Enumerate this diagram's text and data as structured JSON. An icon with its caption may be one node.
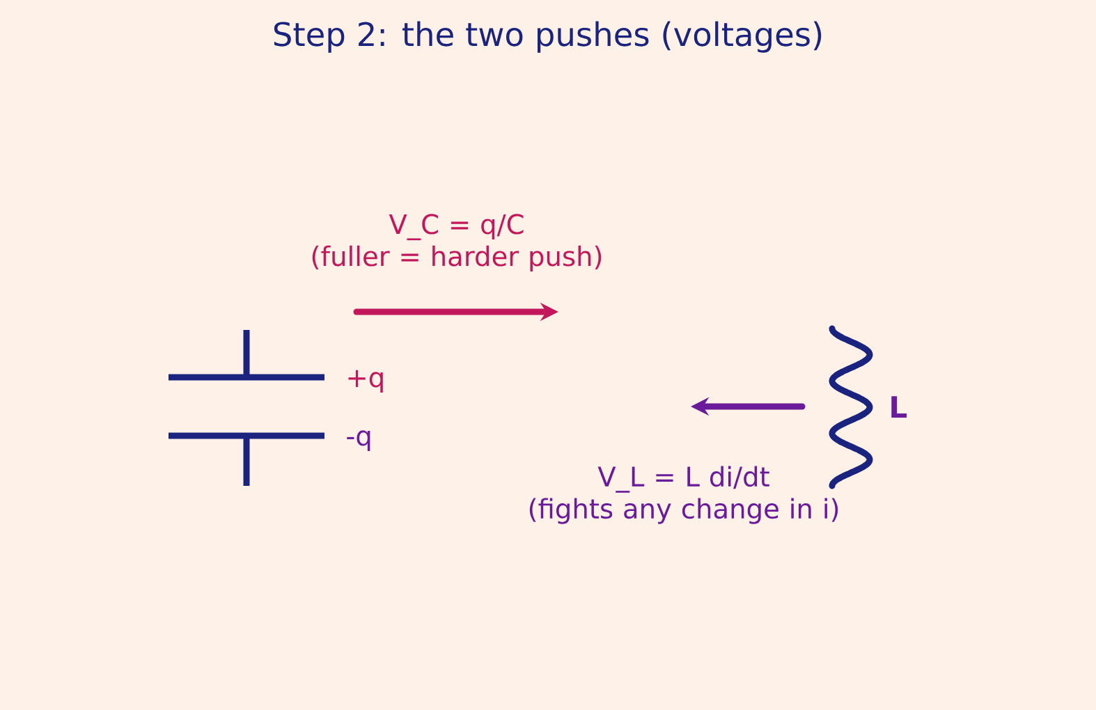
{
  "diagram": {
    "title": "Step 2: the two pushes (voltages)",
    "labels": [
      "V_C = q/C (fuller = harder push)",
      "+q",
      "L",
      "-q",
      "V_L = L di/dt (fights any change in i)"
    ]
  }
}
